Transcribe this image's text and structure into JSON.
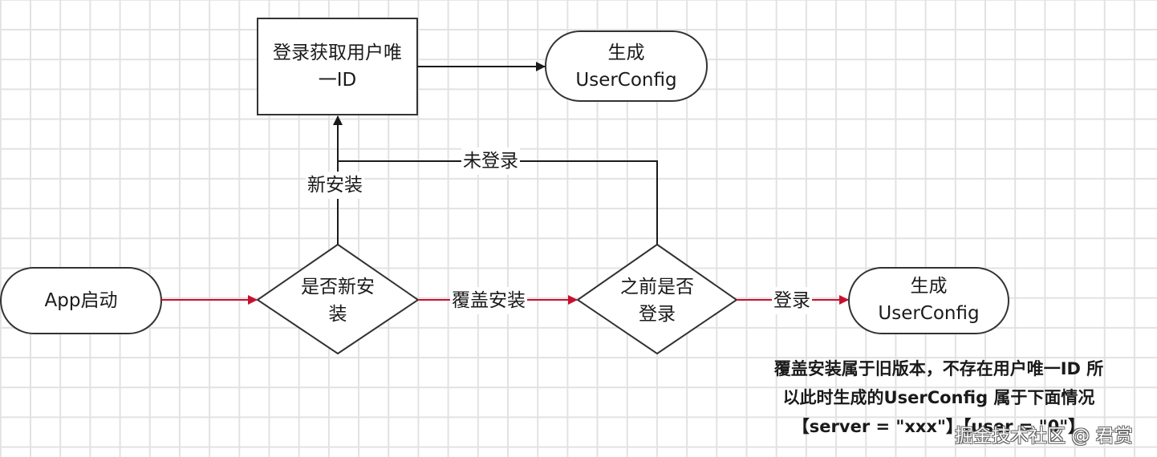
{
  "diagram": {
    "nodes": {
      "app_start": {
        "label": "App启动",
        "shape": "terminator"
      },
      "is_new_install": {
        "label": "是否新安装",
        "shape": "decision"
      },
      "was_logged_in": {
        "label": "之前是否登录",
        "shape": "decision"
      },
      "login_get_uid": {
        "label": "登录获取用户唯一ID",
        "shape": "process"
      },
      "gen_config_top": {
        "label": "生成UserConfig",
        "shape": "terminator"
      },
      "gen_config_right": {
        "label": "生成UserConfig",
        "shape": "terminator"
      }
    },
    "node_lines": {
      "app_start": [
        "App启动"
      ],
      "is_new_install": [
        "是否新安",
        "装"
      ],
      "was_logged_in": [
        "之前是否",
        "登录"
      ],
      "login_get_uid": [
        "登录获取用户唯",
        "一ID"
      ],
      "gen_config_top": [
        "生成",
        "UserConfig"
      ],
      "gen_config_right": [
        "生成",
        "UserConfig"
      ]
    },
    "edges": [
      {
        "from": "app_start",
        "to": "is_new_install",
        "label": "",
        "color": "#c8102e"
      },
      {
        "from": "is_new_install",
        "to": "was_logged_in",
        "label": "覆盖安装",
        "color": "#c8102e"
      },
      {
        "from": "was_logged_in",
        "to": "gen_config_right",
        "label": "登录",
        "color": "#c8102e"
      },
      {
        "from": "is_new_install",
        "to": "login_get_uid",
        "label": "新安装",
        "color": "#1a1a1a"
      },
      {
        "from": "was_logged_in",
        "to": "login_get_uid",
        "label": "未登录",
        "color": "#1a1a1a"
      },
      {
        "from": "login_get_uid",
        "to": "gen_config_top",
        "label": "",
        "color": "#1a1a1a"
      }
    ],
    "note": {
      "lines": [
        "覆盖安装属于旧版本，不存在用户唯一ID 所",
        "以此时生成的UserConfig 属于下面情况",
        "【server = \"xxx\"】【user = \"0\"】"
      ]
    },
    "watermark": "掘金技术社区 @ 君赏",
    "colors": {
      "accent_edge": "#c8102e",
      "stroke": "#1a1a1a",
      "grid": "#e2e2e2",
      "background": "#ffffff"
    }
  }
}
